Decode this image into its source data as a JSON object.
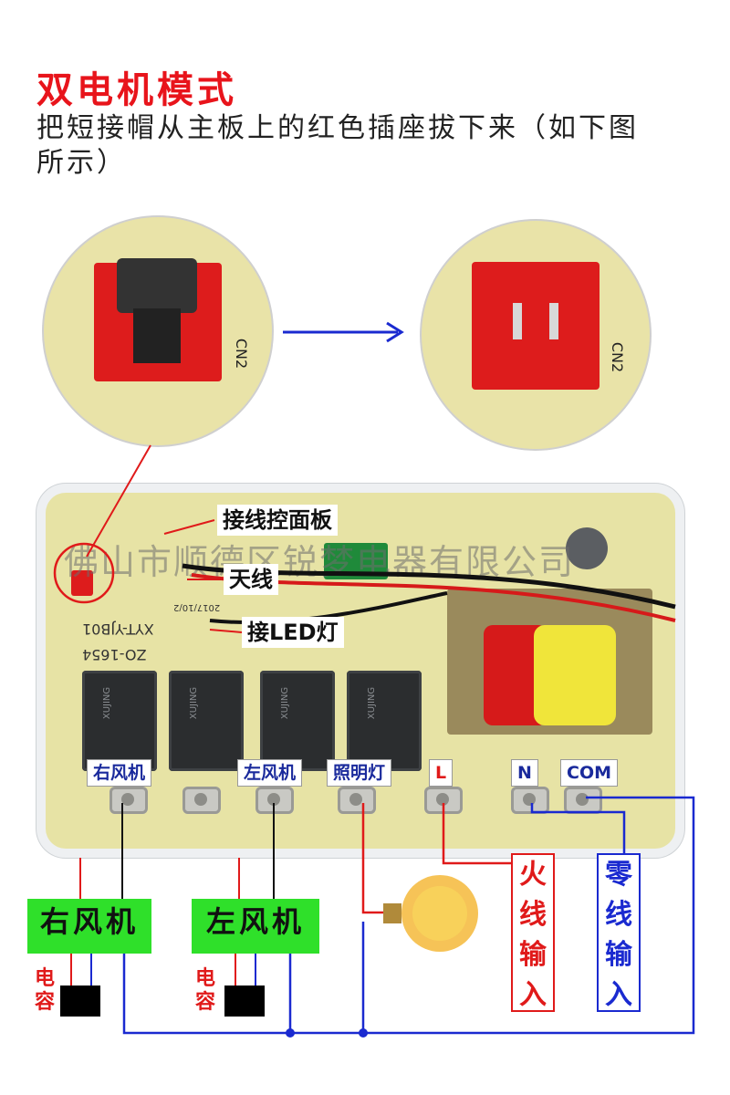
{
  "title": "双电机模式",
  "subtitle": "把短接帽从主板上的红色插座拔下来（如下图所示）",
  "callouts": {
    "panel": "接线控面板",
    "antenna": "天线",
    "led": "接LED灯"
  },
  "terminals": {
    "right_fan": "右风机",
    "left_fan": "左风机",
    "light": "照明灯",
    "l": "L",
    "n": "N",
    "com": "COM"
  },
  "loads": {
    "right_fan": "右风机",
    "left_fan": "左风机",
    "cap_right": "电容",
    "cap_left": "电容"
  },
  "inputs": {
    "live": "火线输入",
    "neutral": "零线输入"
  },
  "board_text": {
    "model": "XYT-YJB01",
    "code": "ZO-1654",
    "date": "2017/10/2",
    "cn2": "CN2",
    "relay_brand": "XUJING"
  },
  "watermark": "佛山市顺德区锐梦电器有限公司",
  "colors": {
    "title": "#e8141b",
    "blue_label": "#1a2a9c",
    "green_box": "#2fe02a",
    "wire_red": "#e01a1a",
    "wire_blue": "#1a2ad0"
  }
}
